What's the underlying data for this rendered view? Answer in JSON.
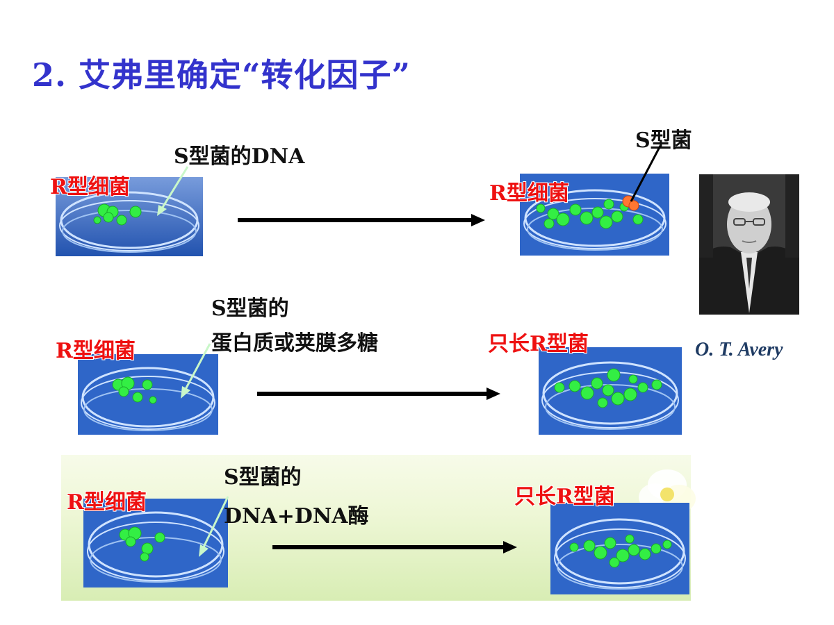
{
  "title": "2. 艾弗里确定“转化因子”",
  "rows": [
    {
      "left_label": "R型细菌",
      "added_line1": "S型菌的DNA",
      "added_line2": "",
      "right_label": "R型细菌",
      "right_extra_label": "S型菌"
    },
    {
      "left_label": "R型细菌",
      "added_line1": "S型菌的",
      "added_line2": "蛋白质或荚膜多糖",
      "right_label": "只长R型菌"
    },
    {
      "left_label": "R型细菌",
      "added_line1": "S型菌的",
      "added_line2": "DNA+DNA酶",
      "right_label": "只长R型菌"
    }
  ],
  "portrait_caption": "O. T. Avery",
  "colors": {
    "title": "#3333cc",
    "label_red": "#ee1111",
    "dish_blue": "#2f66c8",
    "colony_green": "#33ee44",
    "colony_orange": "#ff7733",
    "caption": "#1f3b63"
  }
}
